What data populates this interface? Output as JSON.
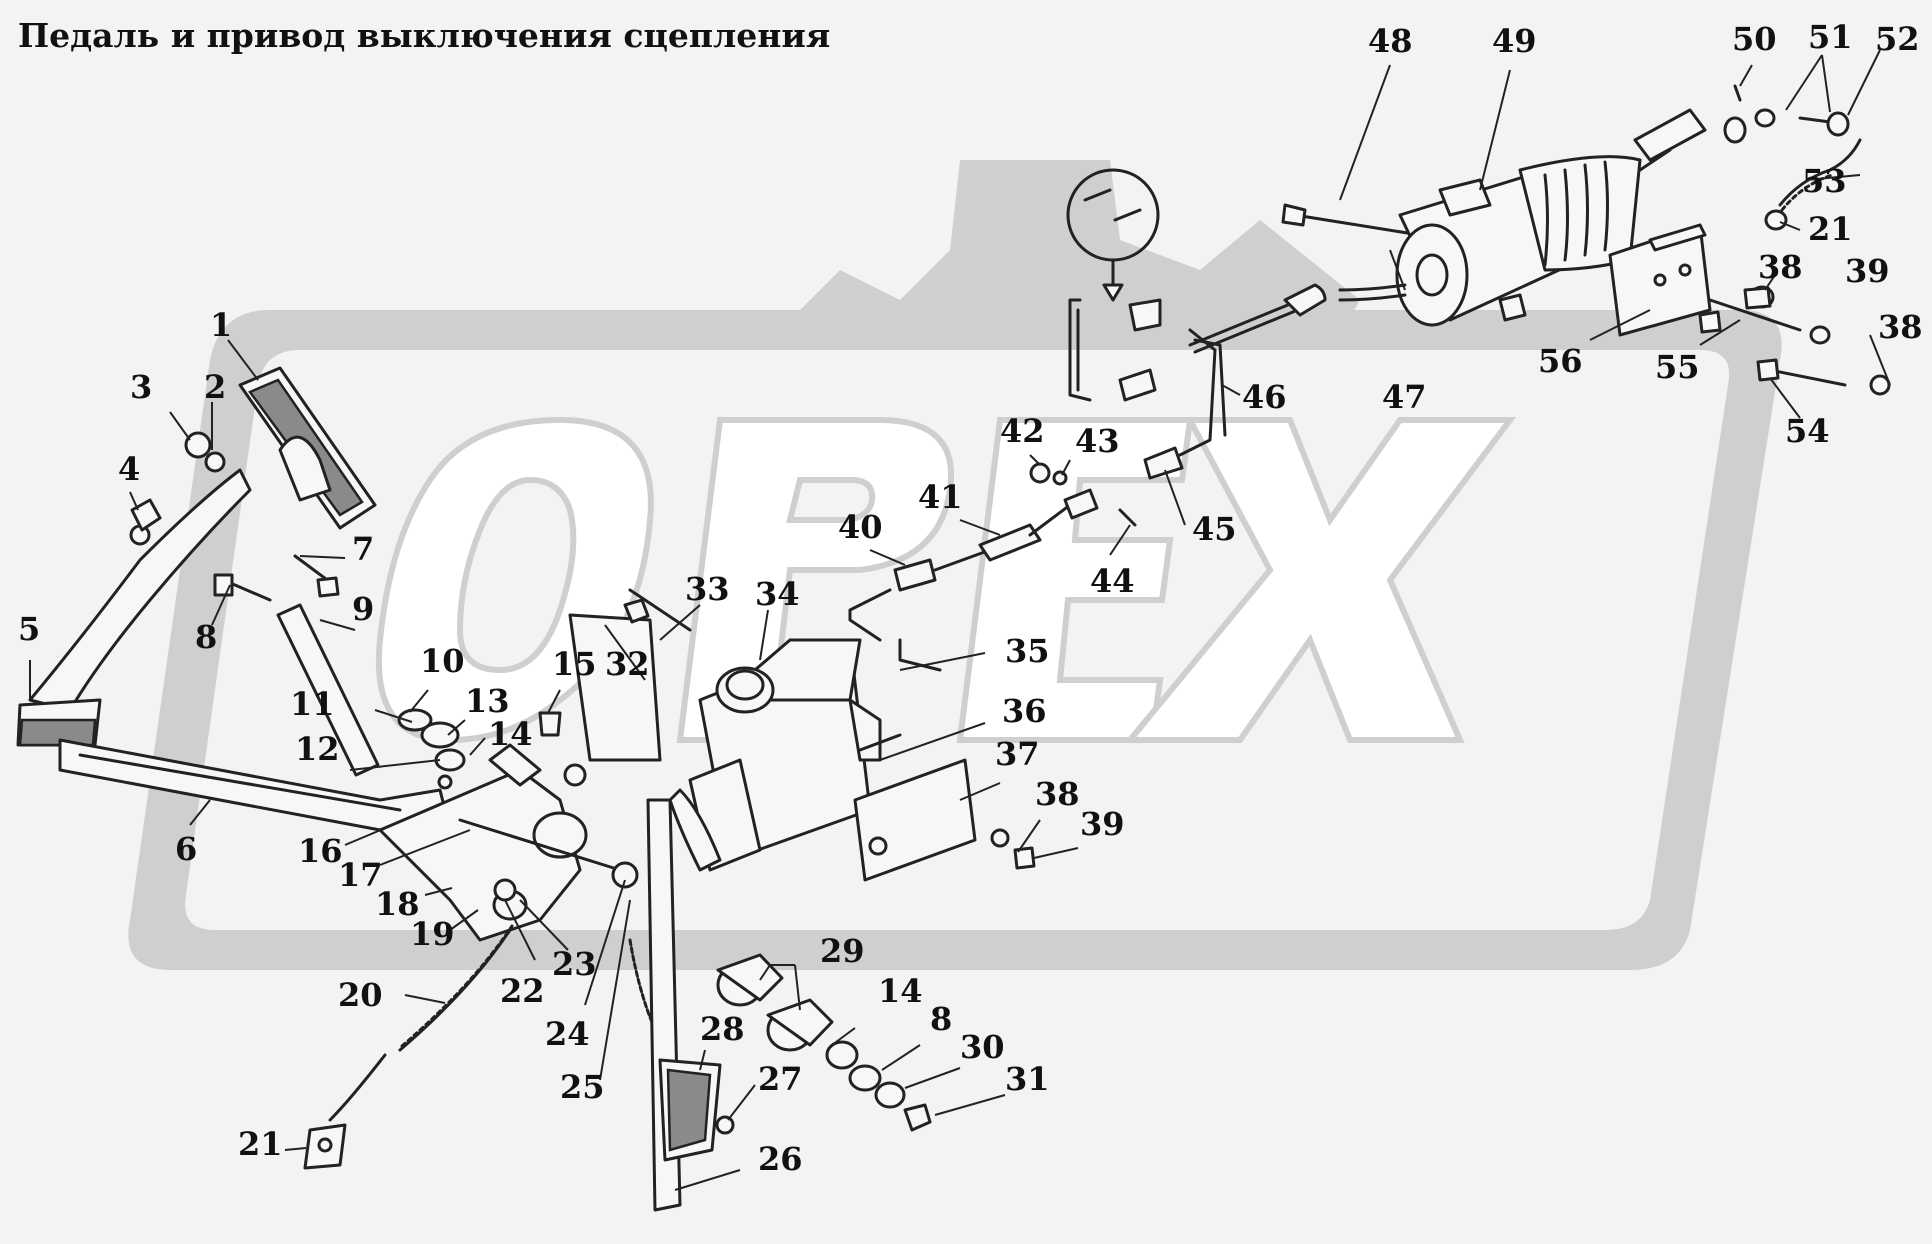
{
  "title": "Педаль и привод выключения сцепления",
  "watermark": {
    "text": "ОРЕХ",
    "color": "#cfcfcd"
  },
  "callouts": [
    {
      "id": "c1",
      "text": "1"
    },
    {
      "id": "c2",
      "text": "2"
    },
    {
      "id": "c3",
      "text": "3"
    },
    {
      "id": "c4",
      "text": "4"
    },
    {
      "id": "c5",
      "text": "5"
    },
    {
      "id": "c6",
      "text": "6"
    },
    {
      "id": "c7",
      "text": "7"
    },
    {
      "id": "c8a",
      "text": "8"
    },
    {
      "id": "c9",
      "text": "9"
    },
    {
      "id": "c10",
      "text": "10"
    },
    {
      "id": "c11",
      "text": "11"
    },
    {
      "id": "c12",
      "text": "12"
    },
    {
      "id": "c13",
      "text": "13"
    },
    {
      "id": "c14a",
      "text": "14"
    },
    {
      "id": "c15",
      "text": "15"
    },
    {
      "id": "c16",
      "text": "16"
    },
    {
      "id": "c17",
      "text": "17"
    },
    {
      "id": "c18",
      "text": "18"
    },
    {
      "id": "c19",
      "text": "19"
    },
    {
      "id": "c20",
      "text": "20"
    },
    {
      "id": "c21a",
      "text": "21"
    },
    {
      "id": "c21b",
      "text": "21"
    },
    {
      "id": "c22",
      "text": "22"
    },
    {
      "id": "c23",
      "text": "23"
    },
    {
      "id": "c24",
      "text": "24"
    },
    {
      "id": "c25",
      "text": "25"
    },
    {
      "id": "c26",
      "text": "26"
    },
    {
      "id": "c27",
      "text": "27"
    },
    {
      "id": "c28",
      "text": "28"
    },
    {
      "id": "c29",
      "text": "29"
    },
    {
      "id": "c14b",
      "text": "14"
    },
    {
      "id": "c8b",
      "text": "8"
    },
    {
      "id": "c30",
      "text": "30"
    },
    {
      "id": "c31",
      "text": "31"
    },
    {
      "id": "c32",
      "text": "32"
    },
    {
      "id": "c33",
      "text": "33"
    },
    {
      "id": "c34",
      "text": "34"
    },
    {
      "id": "c35",
      "text": "35"
    },
    {
      "id": "c36",
      "text": "36"
    },
    {
      "id": "c37",
      "text": "37"
    },
    {
      "id": "c38a",
      "text": "38"
    },
    {
      "id": "c39a",
      "text": "39"
    },
    {
      "id": "c40",
      "text": "40"
    },
    {
      "id": "c41",
      "text": "41"
    },
    {
      "id": "c42",
      "text": "42"
    },
    {
      "id": "c43",
      "text": "43"
    },
    {
      "id": "c44",
      "text": "44"
    },
    {
      "id": "c45",
      "text": "45"
    },
    {
      "id": "c46",
      "text": "46"
    },
    {
      "id": "c47",
      "text": "47"
    },
    {
      "id": "c48",
      "text": "48"
    },
    {
      "id": "c49",
      "text": "49"
    },
    {
      "id": "c50",
      "text": "50"
    },
    {
      "id": "c51",
      "text": "51"
    },
    {
      "id": "c52",
      "text": "52"
    },
    {
      "id": "c53",
      "text": "53"
    },
    {
      "id": "c54",
      "text": "54"
    },
    {
      "id": "c55",
      "text": "55"
    },
    {
      "id": "c56",
      "text": "56"
    },
    {
      "id": "c38b",
      "text": "38"
    },
    {
      "id": "c38c",
      "text": "38"
    },
    {
      "id": "c39b",
      "text": "39"
    }
  ]
}
